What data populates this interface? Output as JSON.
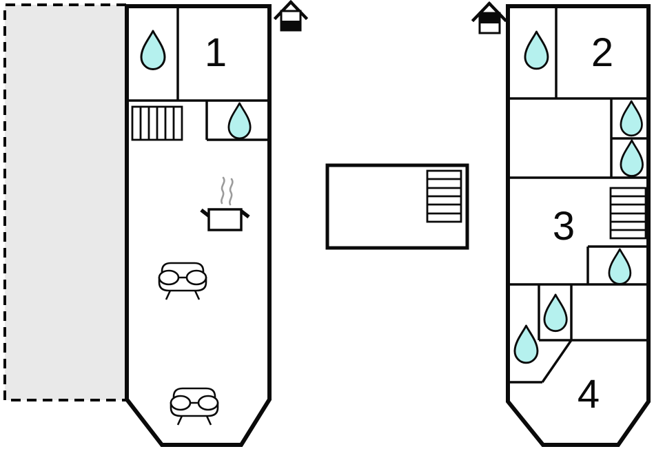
{
  "colors": {
    "wall": "#0a0a0a",
    "background": "#ffffff",
    "water": "#b5f1ee",
    "terrace": "#e9e9e9",
    "steam": "#9b9b9b"
  },
  "room_labels": [
    "1",
    "2",
    "3",
    "4"
  ],
  "icon_inventory": {
    "water_drop_icon_count": 8,
    "staircase_icon_count": 3,
    "sofa_icon_count": 2,
    "cooking_pot_icon_count": 1,
    "level_indicator_house_icon_count": 2
  },
  "levels": {
    "lower_deck": {
      "room_numbers": [
        "1"
      ],
      "water_drops": 2,
      "staircases": 1,
      "sofas": 2,
      "cooking_pots": 1,
      "level_indicator": "bottom-half-filled",
      "has_terrace": true
    },
    "upper_deck": {
      "room_numbers": [
        "2",
        "3",
        "4"
      ],
      "water_drops": 6,
      "staircases": 1,
      "level_indicator": "top-half-filled"
    },
    "stair_landing": {
      "staircases": 1
    }
  }
}
